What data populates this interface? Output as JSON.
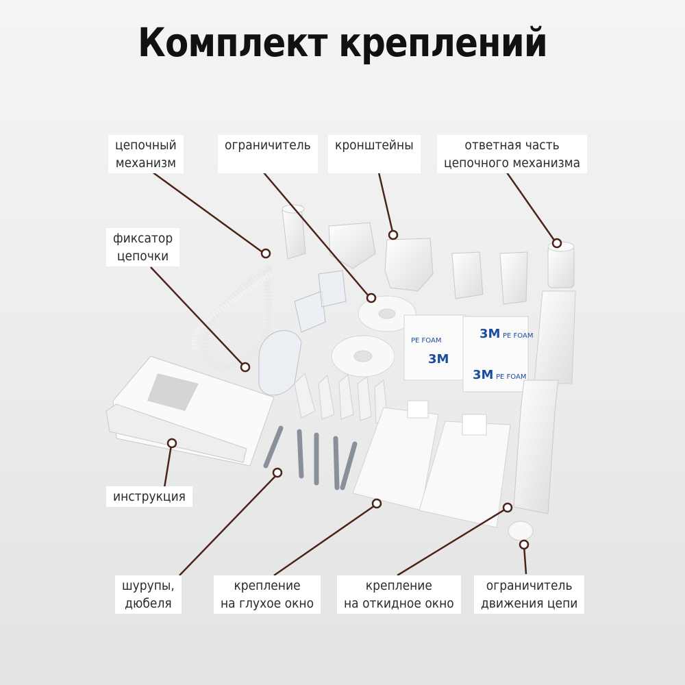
{
  "title": "Комплект креплений",
  "labels": {
    "chain_mechanism": [
      "цепочный",
      "механизм"
    ],
    "limiter": [
      "ограничитель"
    ],
    "brackets": [
      "кронштейны"
    ],
    "counter_part": [
      "ответная часть",
      "цепочного механизма"
    ],
    "chain_lock": [
      "фиксатор",
      "цепочки"
    ],
    "instruction": [
      "инструкция"
    ],
    "screws": [
      "шурупы,",
      "дюбеля"
    ],
    "fixed_window": [
      "крепление",
      "на глухое окно"
    ],
    "tilt_window": [
      "крепление",
      "на откидное окно"
    ],
    "chain_stopper": [
      "ограничитель",
      "движения цепи"
    ]
  },
  "tape_brand": "3M",
  "tape_text": "PE FOAM",
  "colors": {
    "leader": "#4a2418",
    "label_bg": "#ffffff",
    "title": "#111111"
  }
}
